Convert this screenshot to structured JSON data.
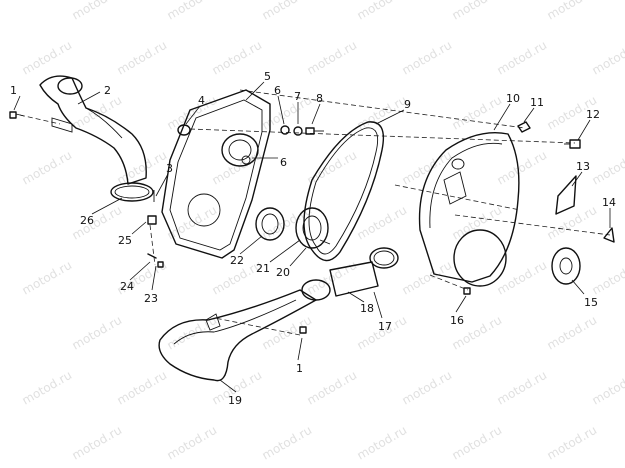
{
  "watermark": "motod.ru",
  "callouts": [
    "1",
    "2",
    "3",
    "4",
    "5",
    "6",
    "7",
    "8",
    "9",
    "10",
    "11",
    "12",
    "13",
    "14",
    "15",
    "16",
    "17",
    "18",
    "19",
    "20",
    "21",
    "22",
    "23",
    "24",
    "25",
    "26",
    "6",
    "1"
  ]
}
